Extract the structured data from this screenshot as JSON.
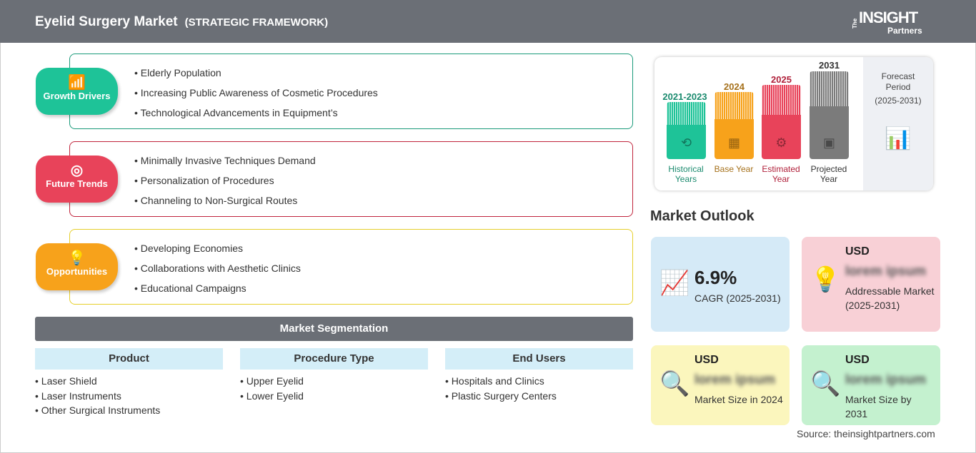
{
  "header": {
    "title": "Eyelid Surgery Market",
    "subtitle": "(STRATEGIC FRAMEWORK)",
    "logo": "The INSIGHT Partners"
  },
  "sections": [
    {
      "label": "Growth Drivers",
      "icon": "chart-growth-icon",
      "color": "#1ec398",
      "items": [
        "Elderly Population",
        "Increasing Public Awareness of Cosmetic Procedures",
        "Technological Advancements in Equipment’s"
      ]
    },
    {
      "label": "Future Trends",
      "icon": "target-icon",
      "color": "#e8435a",
      "items": [
        "Minimally Invasive Techniques Demand",
        "Personalization of Procedures",
        "Channeling to Non-Surgical Routes"
      ]
    },
    {
      "label": "Opportunities",
      "icon": "lightbulb-hand-icon",
      "color": "#f7a21b",
      "items": [
        "Developing Economies",
        "Collaborations with Aesthetic Clinics",
        "Educational Campaigns"
      ]
    }
  ],
  "segmentation": {
    "title": "Market Segmentation",
    "columns": [
      {
        "header": "Product",
        "items": [
          "Laser Shield",
          "Laser Instruments",
          "Other Surgical Instruments"
        ]
      },
      {
        "header": "Procedure Type",
        "items": [
          "Upper Eyelid",
          "Lower Eyelid"
        ]
      },
      {
        "header": "End Users",
        "items": [
          "Hospitals and Clinics",
          "Plastic Surgery Centers"
        ]
      }
    ]
  },
  "timeline": [
    {
      "year": "2021-2023",
      "label": "Historical Years",
      "color": "#1ec398",
      "text_color": "#1a8a6e"
    },
    {
      "year": "2024",
      "label": "Base Year",
      "color": "#f7a21b",
      "text_color": "#a5701a"
    },
    {
      "year": "2025",
      "label": "Estimated Year",
      "color": "#e8435a",
      "text_color": "#b0203a"
    },
    {
      "year": "2031",
      "label": "Projected Year",
      "color": "#7b7b7b",
      "text_color": "#333333"
    }
  ],
  "forecast": {
    "title": "Forecast Period",
    "range": "(2025-2031)"
  },
  "outlook": {
    "title": "Market Outlook",
    "cagr": {
      "value": "6.9%",
      "label": "CAGR (2025-2031)"
    },
    "addressable": {
      "currency": "USD",
      "value": "lorem ipsum",
      "label": "Addressable Market (2025-2031)"
    },
    "size2024": {
      "currency": "USD",
      "value": "lorem ipsum",
      "label": "Market Size in 2024"
    },
    "size2031": {
      "currency": "USD",
      "value": "lorem ipsum",
      "label": "Market Size by 2031"
    }
  },
  "source": "Source: theinsightpartners.com"
}
